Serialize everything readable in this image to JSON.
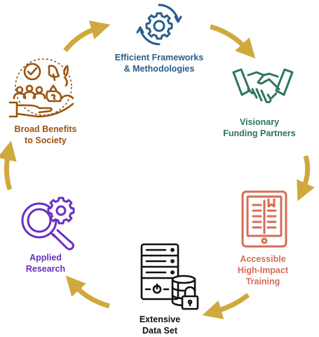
{
  "colors": {
    "arrow": "#D0A93E",
    "frameworks": "#2A5C8C",
    "funding": "#2E7461",
    "training": "#D66D56",
    "dataset": "#111111",
    "research": "#6A2FC0",
    "society": "#9A5410"
  },
  "nodes": {
    "frameworks": {
      "line1": "Efficient Frameworks",
      "line2": "& Methodologies",
      "icon": "gear-cycle-icon"
    },
    "funding": {
      "line1": "Visionary",
      "line2": "Funding Partners",
      "icon": "handshake-icon"
    },
    "training": {
      "line1": "Accessible",
      "line2": "High-Impact",
      "line3": "Training",
      "icon": "tablet-book-icon"
    },
    "dataset": {
      "line1": "Extensive",
      "line2": "Data Set",
      "icon": "server-lock-icon"
    },
    "research": {
      "line1": "Applied",
      "line2": "Research",
      "icon": "magnifier-gear-icon"
    },
    "society": {
      "line1": "Broad Benefits",
      "line2": "to Society",
      "icon": "hand-benefits-icon"
    }
  }
}
